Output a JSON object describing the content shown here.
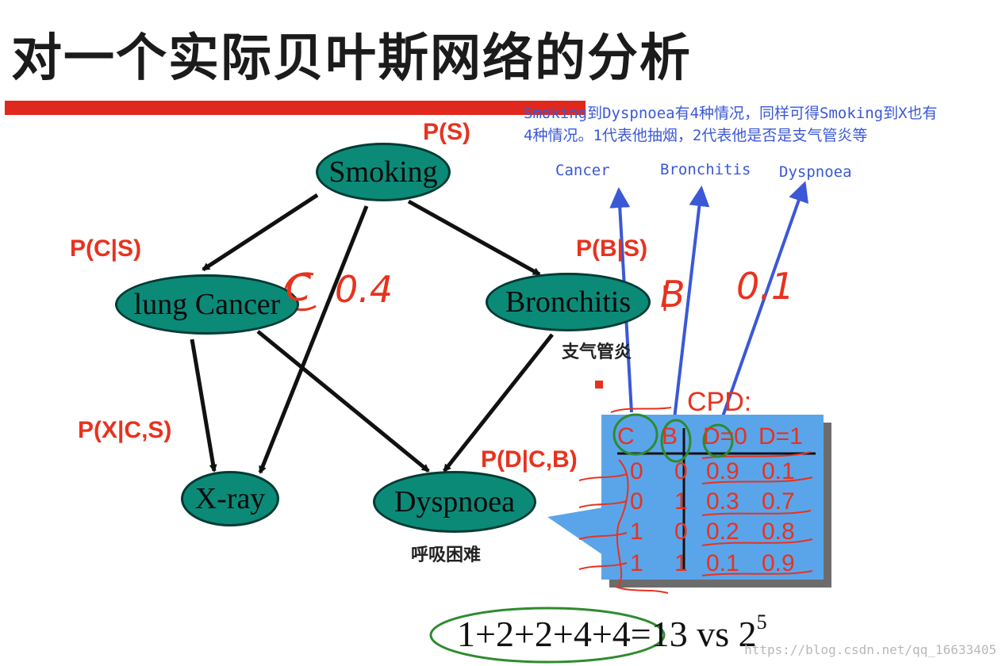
{
  "title": "对一个实际贝叶斯网络的分析",
  "nodes": {
    "smoking": "Smoking",
    "lung_cancer": "lung Cancer",
    "bronchitis": "Bronchitis",
    "xray": "X-ray",
    "dyspnoea": "Dyspnoea"
  },
  "chinese_labels": {
    "bronchitis": "支气管炎",
    "dyspnoea": "呼吸困难"
  },
  "prob_labels": {
    "ps": "P(S)",
    "pcs": "P(C|S)",
    "pbs": "P(B|S)",
    "pxcs": "P(X|C,S)",
    "pdcb": "P(D|C,B)"
  },
  "annotation": {
    "line1": "Smoking到Dyspnoea有4种情况，同样可得Smoking到X也有",
    "line2": "4种情况。1代表他抽烟，2代表他是否是支气管炎等",
    "cancer": "Cancer",
    "bronchitis": "Bronchitis",
    "dyspnoea": "Dyspnoea"
  },
  "handwriting": {
    "c": "C",
    "c_val": "0.4",
    "b": "B",
    "b_val": "0.1"
  },
  "cpd": {
    "title": "CPD:",
    "headers": [
      "C",
      "B",
      "D=0",
      "D=1"
    ],
    "rows": [
      [
        "0",
        "0",
        "0.9",
        "0.1"
      ],
      [
        "0",
        "1",
        "0.3",
        "0.7"
      ],
      [
        "1",
        "0",
        "0.2",
        "0.8"
      ],
      [
        "1",
        "1",
        "0.1",
        "0.9"
      ]
    ]
  },
  "formula": {
    "main": "1+2+2+4+4=13 vs 2",
    "exp": "5"
  },
  "watermark": "https://blog.csdn.net/qq_16633405",
  "colors": {
    "node": "#0b8a78",
    "red": "#e8321e",
    "blue_note": "#3b58d6",
    "green_circle": "#2e8b2e",
    "cpd_bg": "#5aa5ea"
  }
}
